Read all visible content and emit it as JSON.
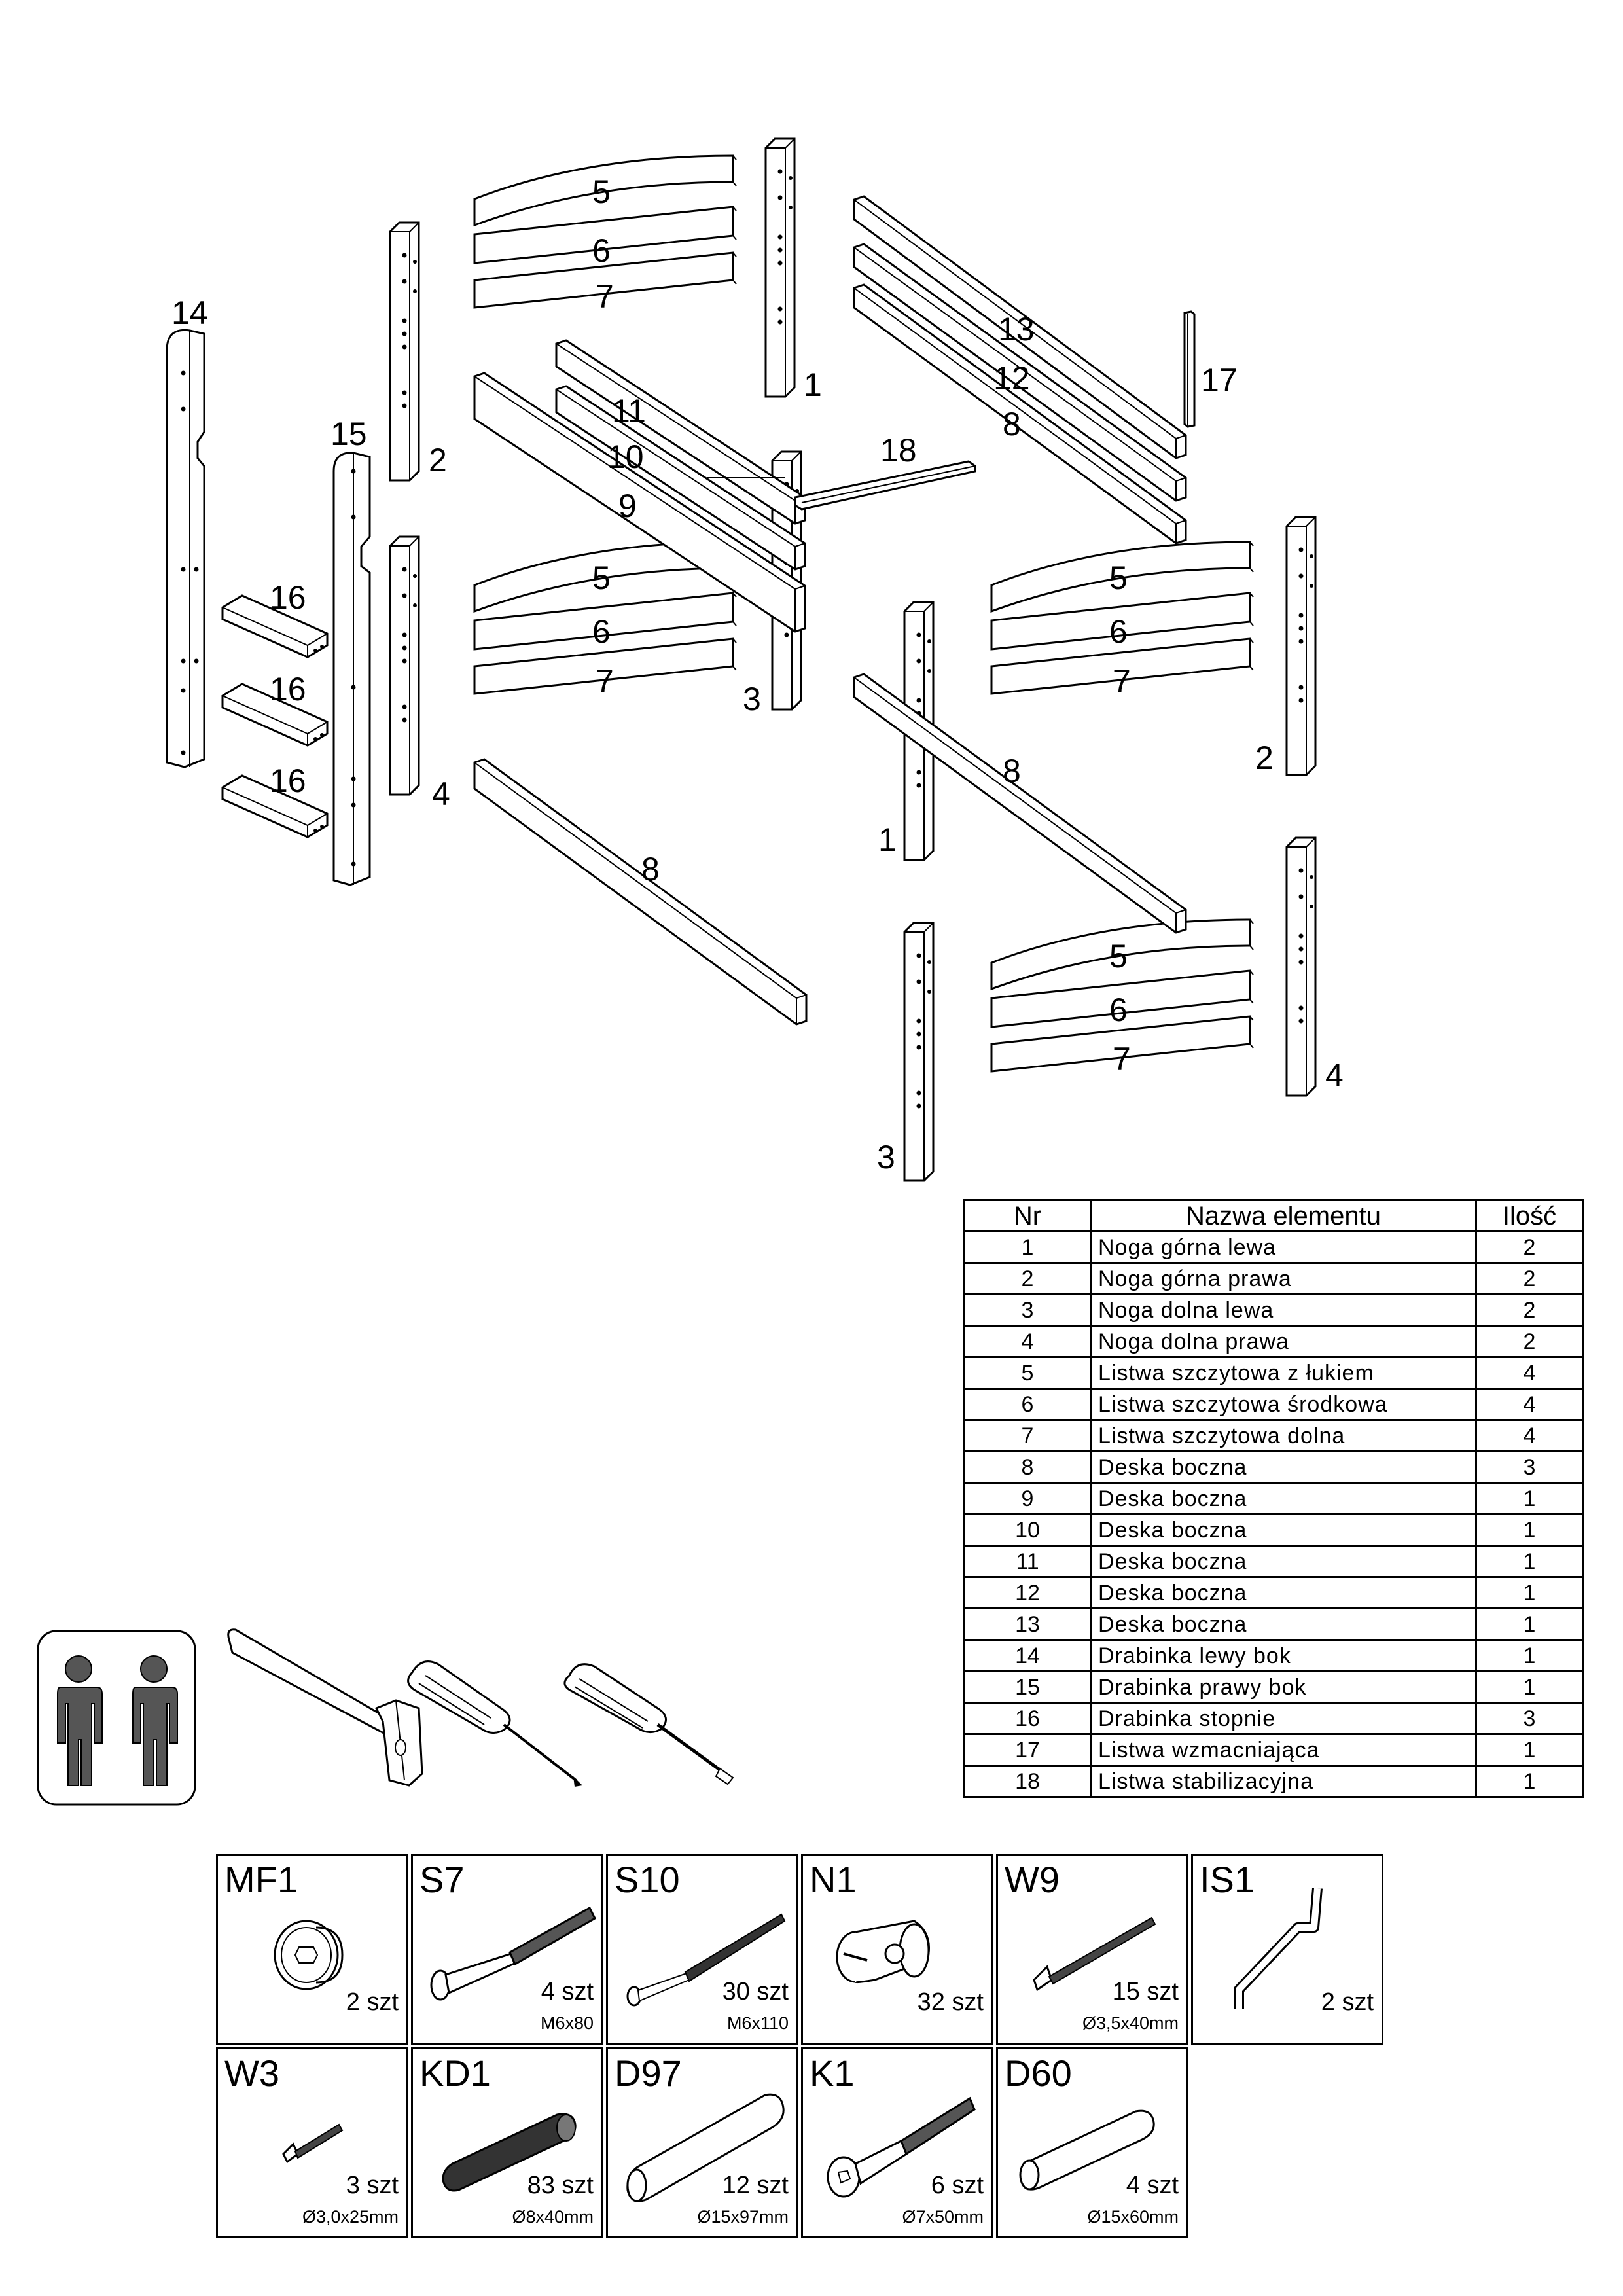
{
  "diagram_labels": {
    "l1a": "1",
    "l1b": "1",
    "l2a": "2",
    "l2b": "2",
    "l3a": "3",
    "l3b": "3",
    "l4a": "4",
    "l4b": "4",
    "l5a": "5",
    "l5b": "5",
    "l5c": "5",
    "l5d": "5",
    "l6a": "6",
    "l6b": "6",
    "l6c": "6",
    "l6d": "6",
    "l7a": "7",
    "l7b": "7",
    "l7c": "7",
    "l7d": "7",
    "l8a": "8",
    "l8b": "8",
    "l8c": "8",
    "l9": "9",
    "l10": "10",
    "l11": "11",
    "l12": "12",
    "l13": "13",
    "l14": "14",
    "l15": "15",
    "l16a": "16",
    "l16b": "16",
    "l16c": "16",
    "l17": "17",
    "l18": "18"
  },
  "parts_table": {
    "headers": {
      "nr": "Nr",
      "name": "Nazwa elementu",
      "qty": "Ilość"
    },
    "rows": [
      {
        "nr": "1",
        "name": "Noga górna lewa",
        "qty": "2"
      },
      {
        "nr": "2",
        "name": "Noga górna prawa",
        "qty": "2"
      },
      {
        "nr": "3",
        "name": "Noga dolna lewa",
        "qty": "2"
      },
      {
        "nr": "4",
        "name": "Noga dolna prawa",
        "qty": "2"
      },
      {
        "nr": "5",
        "name": "Listwa szczytowa z łukiem",
        "qty": "4"
      },
      {
        "nr": "6",
        "name": "Listwa szczytowa środkowa",
        "qty": "4"
      },
      {
        "nr": "7",
        "name": "Listwa szczytowa dolna",
        "qty": "4"
      },
      {
        "nr": "8",
        "name": "Deska boczna",
        "qty": "3"
      },
      {
        "nr": "9",
        "name": "Deska boczna",
        "qty": "1"
      },
      {
        "nr": "10",
        "name": "Deska boczna",
        "qty": "1"
      },
      {
        "nr": "11",
        "name": "Deska boczna",
        "qty": "1"
      },
      {
        "nr": "12",
        "name": "Deska boczna",
        "qty": "1"
      },
      {
        "nr": "13",
        "name": "Deska boczna",
        "qty": "1"
      },
      {
        "nr": "14",
        "name": "Drabinka lewy bok",
        "qty": "1"
      },
      {
        "nr": "15",
        "name": "Drabinka prawy bok",
        "qty": "1"
      },
      {
        "nr": "16",
        "name": "Drabinka stopnie",
        "qty": "3"
      },
      {
        "nr": "17",
        "name": "Listwa wzmacniająca",
        "qty": "1"
      },
      {
        "nr": "18",
        "name": "Listwa stabilizacyjna",
        "qty": "1"
      }
    ]
  },
  "tools": [
    "two-persons-icon",
    "hammer-icon",
    "phillips-screwdriver-icon",
    "flat-screwdriver-icon"
  ],
  "hardware": {
    "mf1": {
      "code": "MF1",
      "qty": "2 szt",
      "size": ""
    },
    "s7": {
      "code": "S7",
      "qty": "4 szt",
      "size": "M6x80"
    },
    "s10": {
      "code": "S10",
      "qty": "30 szt",
      "size": "M6x110"
    },
    "n1": {
      "code": "N1",
      "qty": "32 szt",
      "size": ""
    },
    "w9": {
      "code": "W9",
      "qty": "15 szt",
      "size": "Ø3,5x40mm"
    },
    "is1": {
      "code": "IS1",
      "qty": "2 szt",
      "size": ""
    },
    "w3": {
      "code": "W3",
      "qty": "3 szt",
      "size": "Ø3,0x25mm"
    },
    "kd1": {
      "code": "KD1",
      "qty": "83 szt",
      "size": "Ø8x40mm"
    },
    "d97": {
      "code": "D97",
      "qty": "12 szt",
      "size": "Ø15x97mm"
    },
    "k1": {
      "code": "K1",
      "qty": "6 szt",
      "size": "Ø7x50mm"
    },
    "d60": {
      "code": "D60",
      "qty": "4 szt",
      "size": "Ø15x60mm"
    }
  }
}
